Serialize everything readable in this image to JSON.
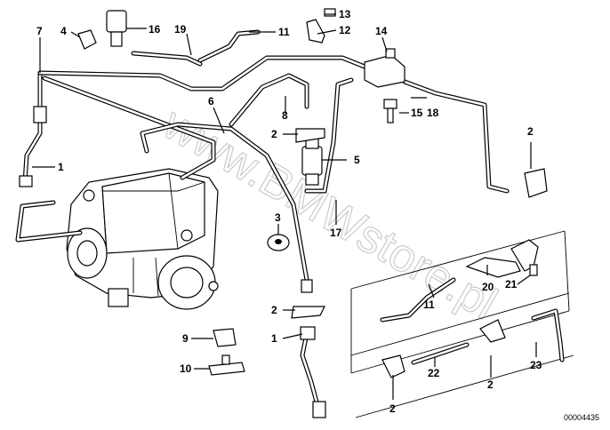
{
  "callouts": {
    "c1a": "1",
    "c1b": "1",
    "c2a": "2",
    "c2b": "2",
    "c2c": "2",
    "c2d": "2",
    "c2e": "2",
    "c3": "3",
    "c4": "4",
    "c5": "5",
    "c6": "6",
    "c7": "7",
    "c8": "8",
    "c9": "9",
    "c10": "10",
    "c11a": "11",
    "c11b": "11",
    "c12": "12",
    "c13": "13",
    "c14": "14",
    "c15": "15",
    "c16": "16",
    "c17": "17",
    "c18": "18",
    "c19": "19",
    "c20": "20",
    "c21": "21",
    "c22": "22",
    "c23": "23"
  },
  "watermark": "www.BMWstore.pl",
  "image_code": "00004435"
}
